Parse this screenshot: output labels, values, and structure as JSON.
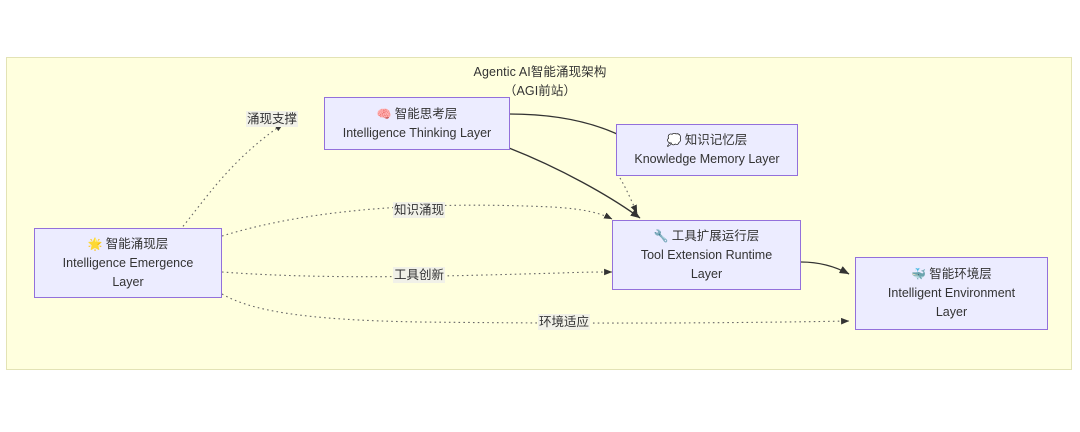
{
  "diagram": {
    "title_main": "Agentic AI智能涌现架构",
    "title_sub": "（AGI前站）",
    "canvas_color": "#ffffde",
    "canvas_border_color": "#e3e3b5",
    "node_fill": "#ececff",
    "node_border": "#9370db",
    "edge_color": "#333333",
    "type": "flowchart"
  },
  "nodes": [
    {
      "id": "emergence",
      "emoji": "🌟",
      "cn": "智能涌现层",
      "en": "Intelligence Emergence\nLayer"
    },
    {
      "id": "thinking",
      "emoji": "🧠",
      "cn": "智能思考层",
      "en": "Intelligence Thinking Layer"
    },
    {
      "id": "memory",
      "emoji": "💭",
      "cn": "知识记忆层",
      "en": "Knowledge Memory Layer"
    },
    {
      "id": "tool",
      "emoji": "🔧",
      "cn": "工具扩展运行层",
      "en": "Tool Extension Runtime\nLayer"
    },
    {
      "id": "environment",
      "emoji": "🐳",
      "cn": "智能环境层",
      "en": "Intelligent Environment\nLayer"
    }
  ],
  "edges": [
    {
      "id": "e1",
      "label": "涌现支撑",
      "from": "emergence",
      "to": "thinking",
      "style": "dotted"
    },
    {
      "id": "e2",
      "label": "知识涌现",
      "from": "emergence",
      "to": "tool",
      "style": "dotted"
    },
    {
      "id": "e3",
      "label": "工具创新",
      "from": "emergence",
      "to": "tool",
      "style": "dotted"
    },
    {
      "id": "e4",
      "label": "环境适应",
      "from": "emergence",
      "to": "environment",
      "style": "dotted"
    },
    {
      "id": "e5",
      "label": "",
      "from": "thinking",
      "to": "memory",
      "style": "solid"
    },
    {
      "id": "e6",
      "label": "",
      "from": "thinking",
      "to": "tool",
      "style": "solid"
    },
    {
      "id": "e7",
      "label": "",
      "from": "memory",
      "to": "tool",
      "style": "dotted"
    },
    {
      "id": "e8",
      "label": "",
      "from": "tool",
      "to": "environment",
      "style": "solid"
    }
  ]
}
